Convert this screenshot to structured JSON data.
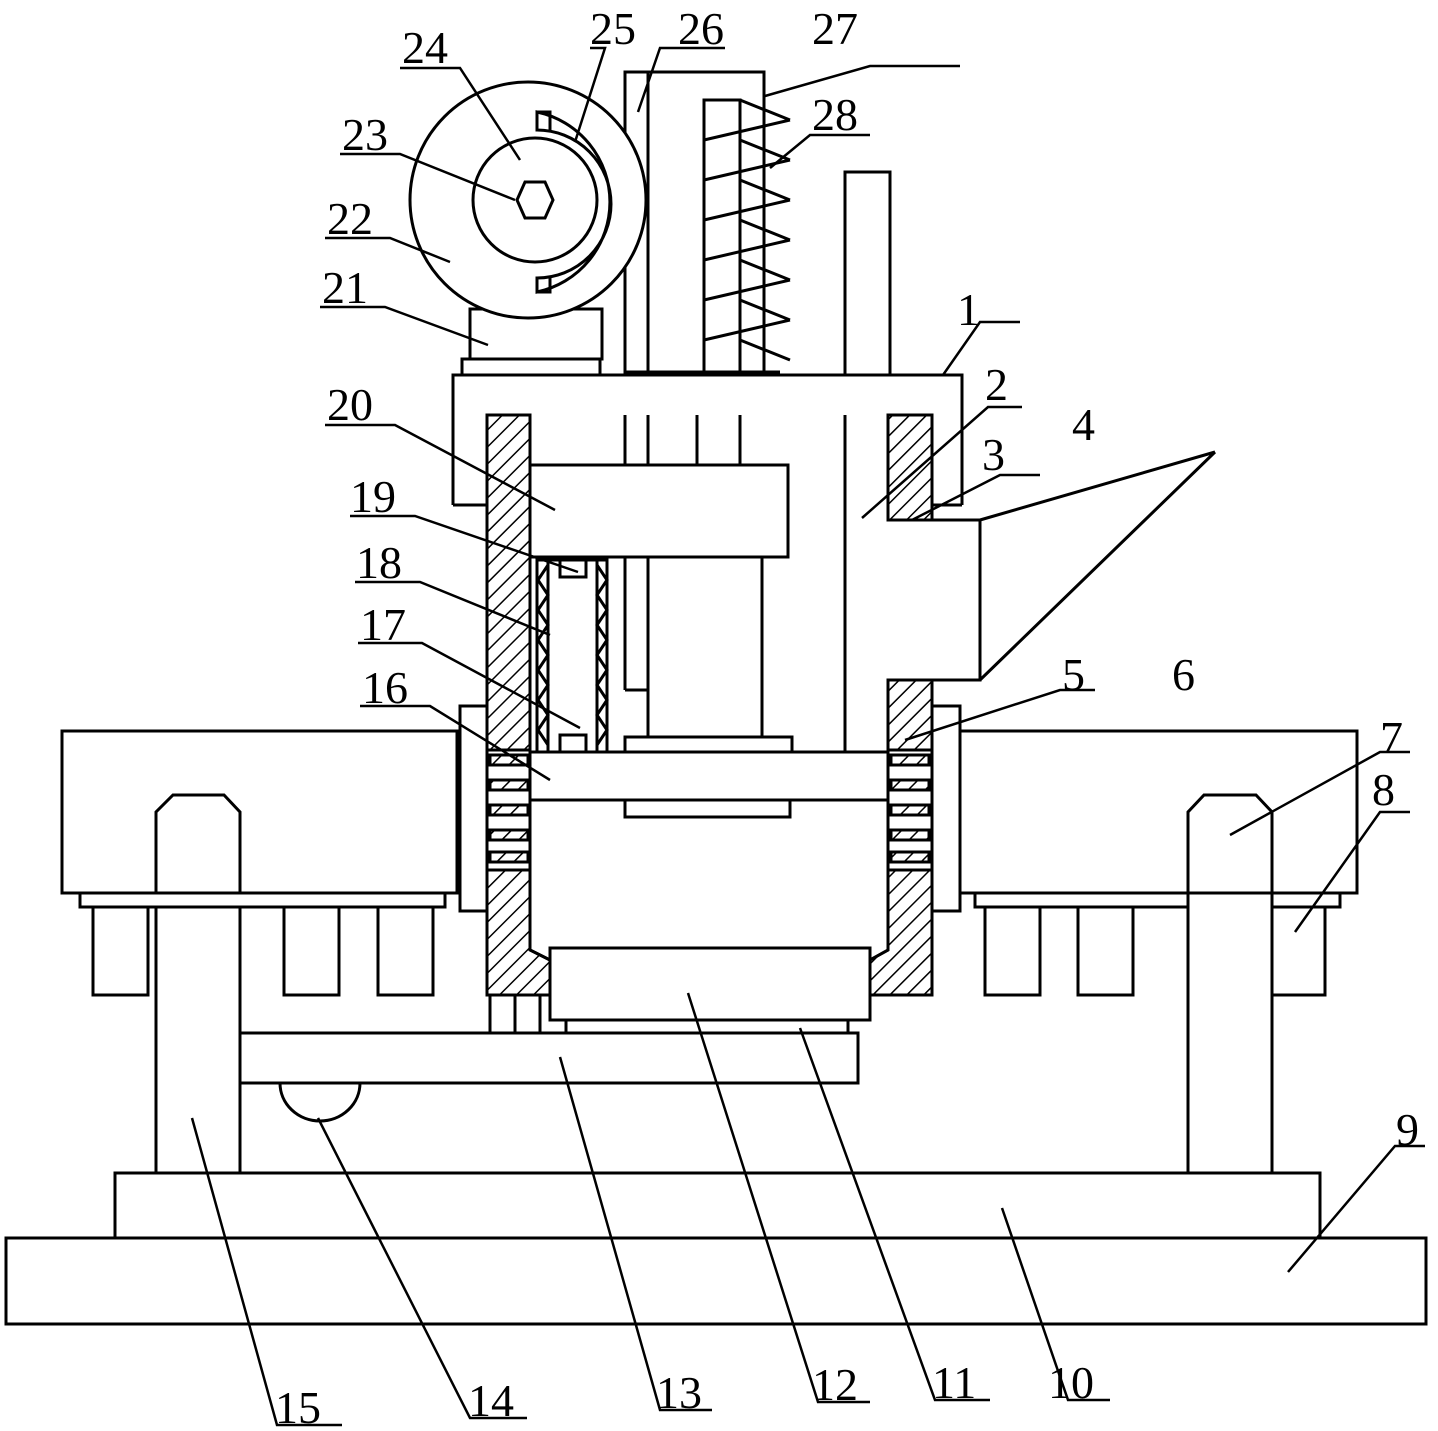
{
  "figure": {
    "callouts": [
      {
        "id": "1",
        "label": "1"
      },
      {
        "id": "2",
        "label": "2"
      },
      {
        "id": "3",
        "label": "3"
      },
      {
        "id": "4",
        "label": "4"
      },
      {
        "id": "5",
        "label": "5"
      },
      {
        "id": "6",
        "label": "6"
      },
      {
        "id": "7",
        "label": "7"
      },
      {
        "id": "8",
        "label": "8"
      },
      {
        "id": "9",
        "label": "9"
      },
      {
        "id": "10",
        "label": "10"
      },
      {
        "id": "11",
        "label": "11"
      },
      {
        "id": "12",
        "label": "12"
      },
      {
        "id": "13",
        "label": "13"
      },
      {
        "id": "14",
        "label": "14"
      },
      {
        "id": "15",
        "label": "15"
      },
      {
        "id": "16",
        "label": "16"
      },
      {
        "id": "17",
        "label": "17"
      },
      {
        "id": "18",
        "label": "18"
      },
      {
        "id": "19",
        "label": "19"
      },
      {
        "id": "20",
        "label": "20"
      },
      {
        "id": "21",
        "label": "21"
      },
      {
        "id": "22",
        "label": "22"
      },
      {
        "id": "23",
        "label": "23"
      },
      {
        "id": "24",
        "label": "24"
      },
      {
        "id": "25",
        "label": "25"
      },
      {
        "id": "26",
        "label": "26"
      },
      {
        "id": "27",
        "label": "27"
      },
      {
        "id": "28",
        "label": "28"
      }
    ]
  }
}
